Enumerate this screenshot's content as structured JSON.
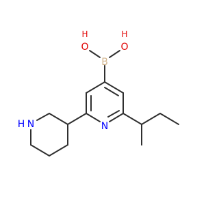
{
  "molecule": {
    "atoms": {
      "boron": {
        "symbol": "B",
        "color": "#d2b48c"
      },
      "oxygen_left": {
        "symbol": "O",
        "color": "#e00000"
      },
      "oxygen_right": {
        "symbol": "O",
        "color": "#e00000"
      },
      "hydrogen_left": {
        "symbol": "H",
        "color": "#e00000"
      },
      "hydrogen_right": {
        "symbol": "H",
        "color": "#e00000"
      },
      "pyridine_nitrogen": {
        "symbol": "N",
        "color": "#0000ff"
      },
      "piperidine_nitrogen": {
        "symbol": "N",
        "color": "#0000ff"
      },
      "piperidine_hydrogen": {
        "symbol": "H",
        "color": "#0000ff"
      }
    },
    "bond_color": "#2f2f2f"
  }
}
